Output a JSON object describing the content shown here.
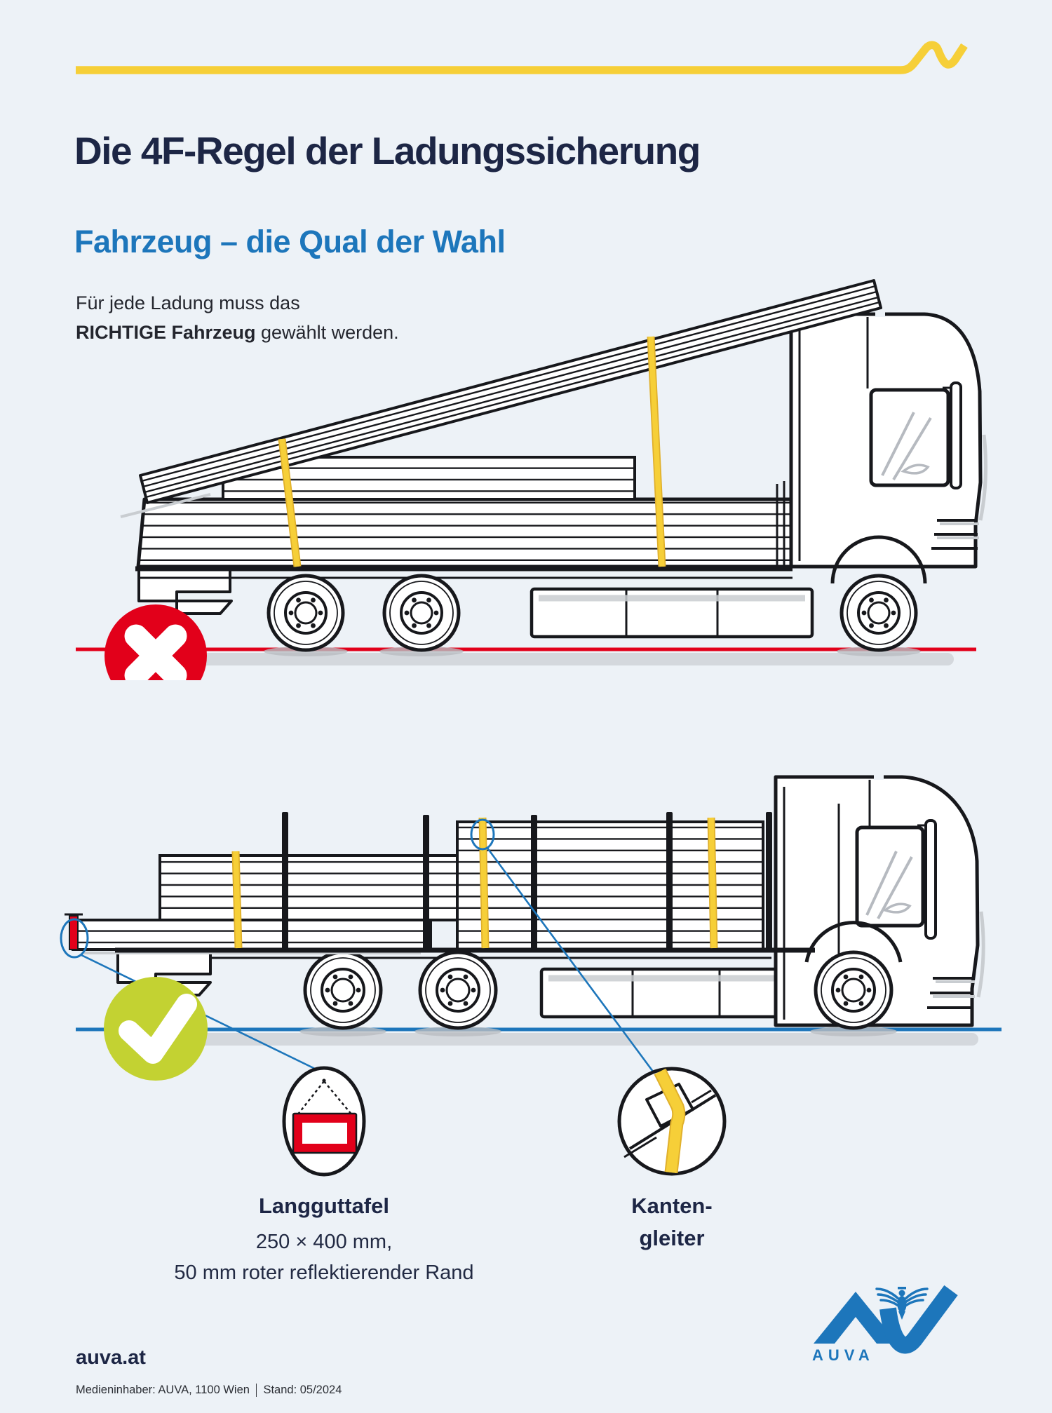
{
  "poster": {
    "title": "Die 4F-Regel der Ladungssicherung",
    "subtitle": "Fahrzeug – die Qual der Wahl",
    "intro_line1": "Für jede Ladung muss das",
    "intro_emphasis": "RICHTIGE Fahrzeug",
    "intro_line2_rest": " gewählt werden."
  },
  "figures": {
    "wrong": {
      "badge_icon": "cross-icon",
      "badge_color": "#e2001a",
      "ground_line_color": "#e2001a",
      "strap_color": "#f6cf38"
    },
    "correct": {
      "badge_icon": "check-icon",
      "badge_color": "#c3d232",
      "ground_line_color": "#1d76bb",
      "strap_color": "#f6cf38",
      "marker_color": "#e2001a"
    }
  },
  "callouts": {
    "langguttafel": {
      "icon": "langguttafel-sign-icon",
      "title": "Langguttafel",
      "detail_line1": "250 × 400 mm,",
      "detail_line2": "50 mm roter reflektierender Rand"
    },
    "kantengleiter": {
      "icon": "edge-protector-icon",
      "label_line1": "Kanten-",
      "label_line2": "gleiter"
    }
  },
  "footer": {
    "website": "auva.at",
    "imprint_publisher": "Medieninhaber: AUVA, 1100 Wien",
    "imprint_version": "Stand: 05/2024",
    "logo_text": "AUVA"
  },
  "colors": {
    "background": "#edf2f7",
    "heading_navy": "#1d2645",
    "accent_blue": "#1d76bb",
    "accent_red": "#e2001a",
    "accent_yellow": "#f6cf38",
    "accent_green": "#c3d232",
    "line_ink": "#17181c"
  }
}
